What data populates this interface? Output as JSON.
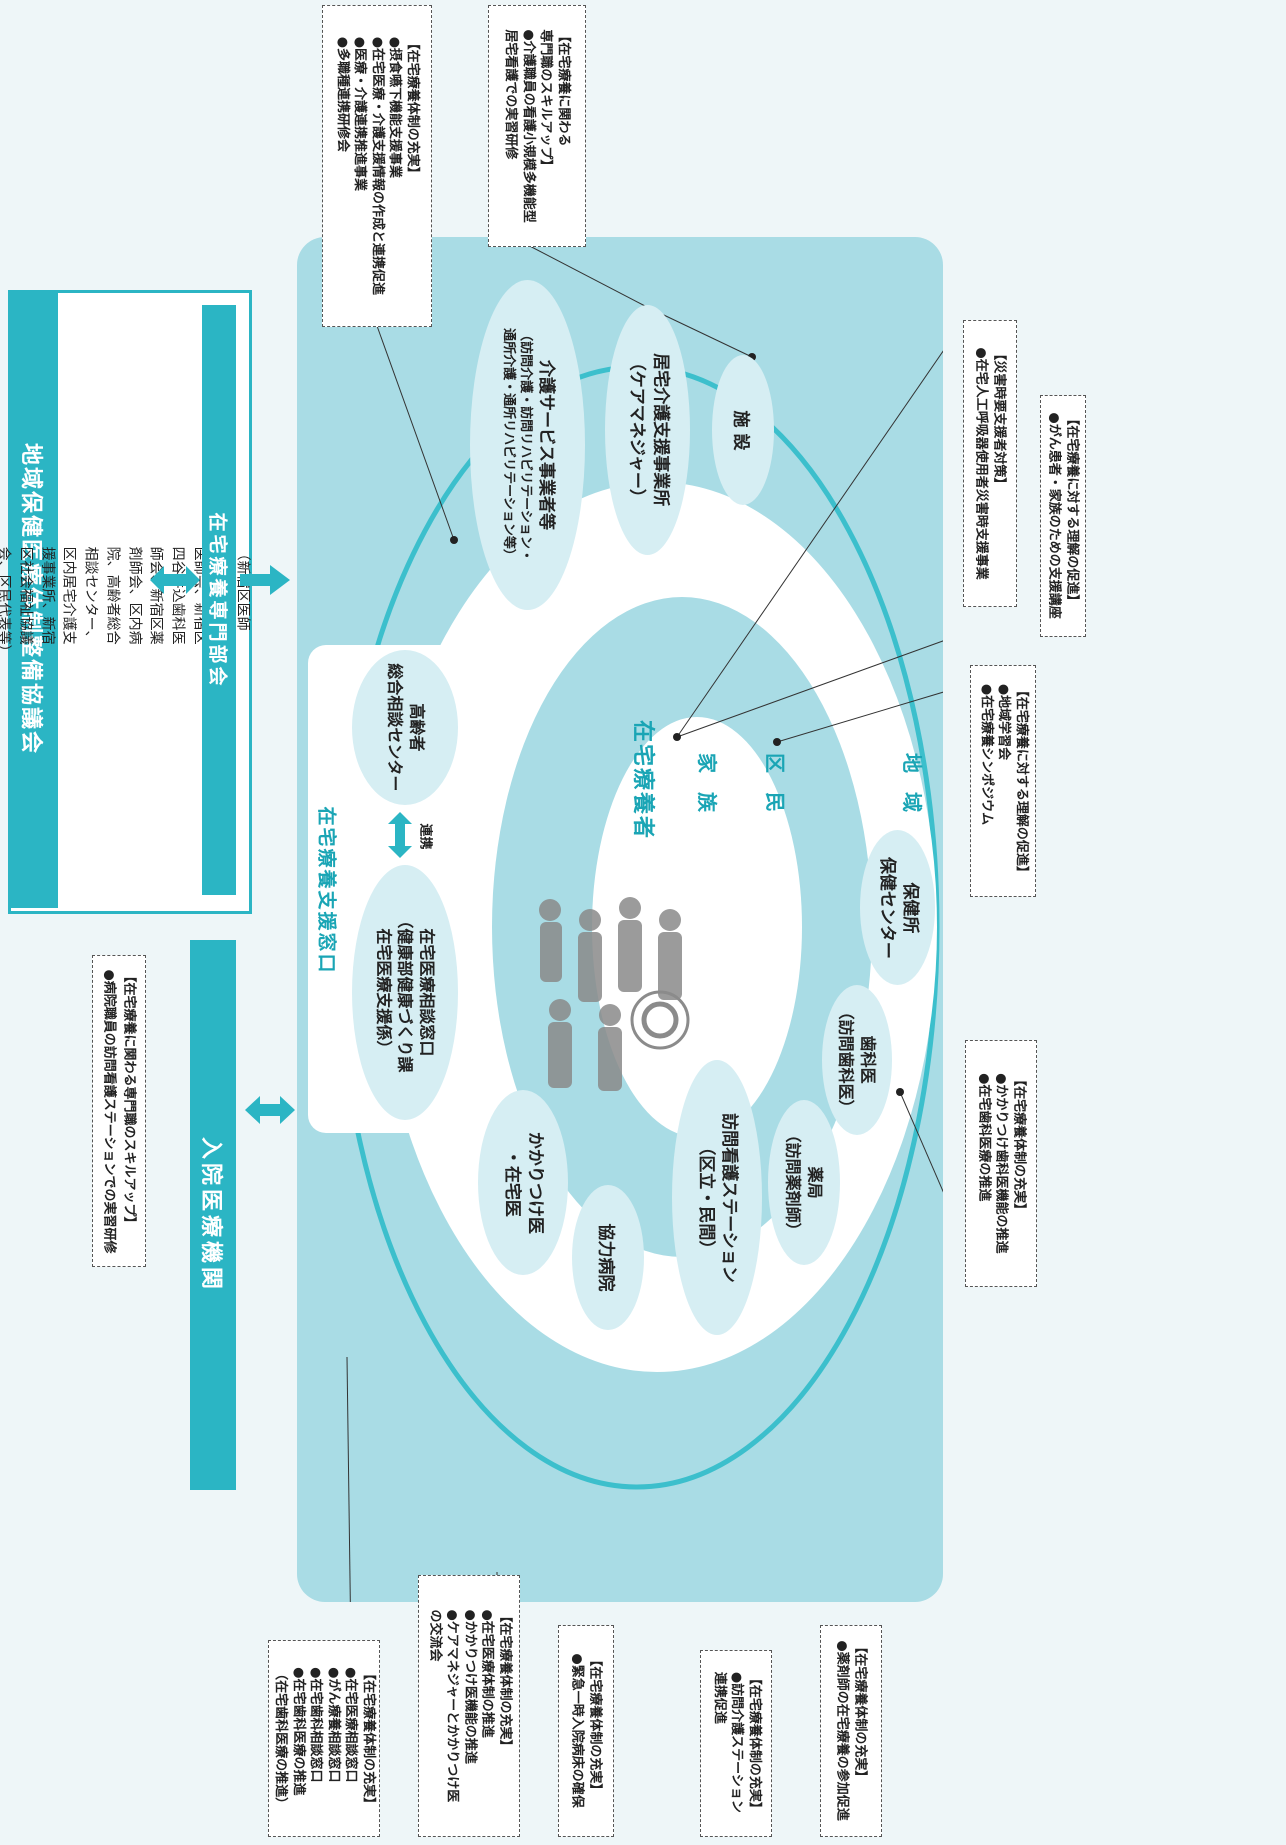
{
  "council": {
    "title": "地域保健医療体制整備協議会",
    "members": "（新宿区医師会、新宿区歯科医師会、新宿区四谷牛込歯科医師会、新宿区薬剤師会、区内病院、高齢者総合相談センター、区内居宅介護支援事業所、新宿区社会福祉協議会、区民代表等）",
    "subcommittee": "在宅療養専門部会"
  },
  "hospital": {
    "title": "入院医療機関",
    "note_header": "【在宅療養に関わる専門職のスキルアップ】",
    "note_item": "●病院職員の訪問看護ステーションでの実習研修"
  },
  "support_window": {
    "title": "在宅療養支援窓口",
    "left_line1": "在宅医療相談窓口",
    "left_line2": "（健康部健康づくり課",
    "left_line3": "在宅医療支援係）",
    "right_line1": "高齢者",
    "right_line2": "総合相談センター",
    "link_label": "連携"
  },
  "center": {
    "patient": "在宅療養者",
    "family": "家 族",
    "citizen": "区 民",
    "community": "地 域"
  },
  "nodes": {
    "kaigo": {
      "line1": "介護サービス事業者等",
      "line2": "（訪問介護・訪問リハビリテーション・",
      "line3": "通所介護・通所リハビリテーション等）"
    },
    "kyotaku": {
      "line1": "居宅介護支援事業所",
      "line2": "（ケアマネジャー）"
    },
    "shisetsu": "施 設",
    "hokenjo": {
      "line1": "保健所",
      "line2": "保健センター"
    },
    "shika": {
      "line1": "歯科医",
      "line2": "（訪問歯科医）"
    },
    "yakkyoku": {
      "line1": "薬局",
      "line2": "（訪問薬剤師）"
    },
    "houmon": {
      "line1": "訪問看護ステーション",
      "line2": "（区立・民間）"
    },
    "kyoryoku": "協力病院",
    "kakaritsuke": {
      "line1": "かかりつけ医",
      "line2": "・在宅医"
    }
  },
  "notes": {
    "top1": {
      "header": "【在宅療養体制の充実】",
      "items": [
        "●摂食嚥下機能支援事業",
        "●在宅医療・介護支援情報の作成と連携促進",
        "●医療・介護連携推進事業",
        "●多職種連携研修会"
      ]
    },
    "top2": {
      "header": "【在宅療養に関わる",
      "items": [
        "専門職のスキルアップ】",
        "●介護職員の看護小規模多機能型",
        "居宅看護での実習研修"
      ]
    },
    "disaster": {
      "header": "【災害時要支援者対策】",
      "items": [
        "●在宅人工呼吸器使用者災害時支援事業"
      ]
    },
    "understand1": {
      "header": "【在宅療養に対する理解の促進】",
      "items": [
        "●がん患者・家族のための支援講座"
      ]
    },
    "understand2": {
      "header": "【在宅療養に対する理解の促進】",
      "items": [
        "●地域学習会",
        "●在宅療養シンポジウム"
      ]
    },
    "dental": {
      "header": "【在宅療養体制の充実】",
      "items": [
        "●かかりつけ歯科医機能の推進",
        "●在宅歯科医療の推進"
      ]
    },
    "pharmacy": {
      "header": "【在宅療養体制の充実】",
      "items": [
        "●薬剤師の在宅療養の参加促進"
      ]
    },
    "nursing": {
      "header": "【在宅療養体制の充実】",
      "items": [
        "●訪問介護ステーション",
        "連携促進"
      ]
    },
    "kyoryoku": {
      "header": "【在宅療養体制の充実】",
      "items": [
        "●緊急一時入院病床の確保"
      ]
    },
    "kakaritsuke": {
      "header": "【在宅療養体制の充実】",
      "items": [
        "●在宅医療体制の推進",
        "●かかりつけ医機能の推進",
        "●ケアマネジャーとかかりつけ医",
        "の交流会"
      ]
    },
    "window": {
      "header": "【在宅療養体制の充実】",
      "items": [
        "●在宅医療相談窓口",
        "●がん療養相談窓口",
        "●在宅歯科相談窓口",
        "●在宅歯科医療の推進",
        "（在宅歯科医療の推進）"
      ]
    }
  },
  "colors": {
    "teal": "#2bb5c4",
    "panel": "#a9dce5",
    "light": "#d6eef3",
    "ring": "#3cbfcc"
  }
}
